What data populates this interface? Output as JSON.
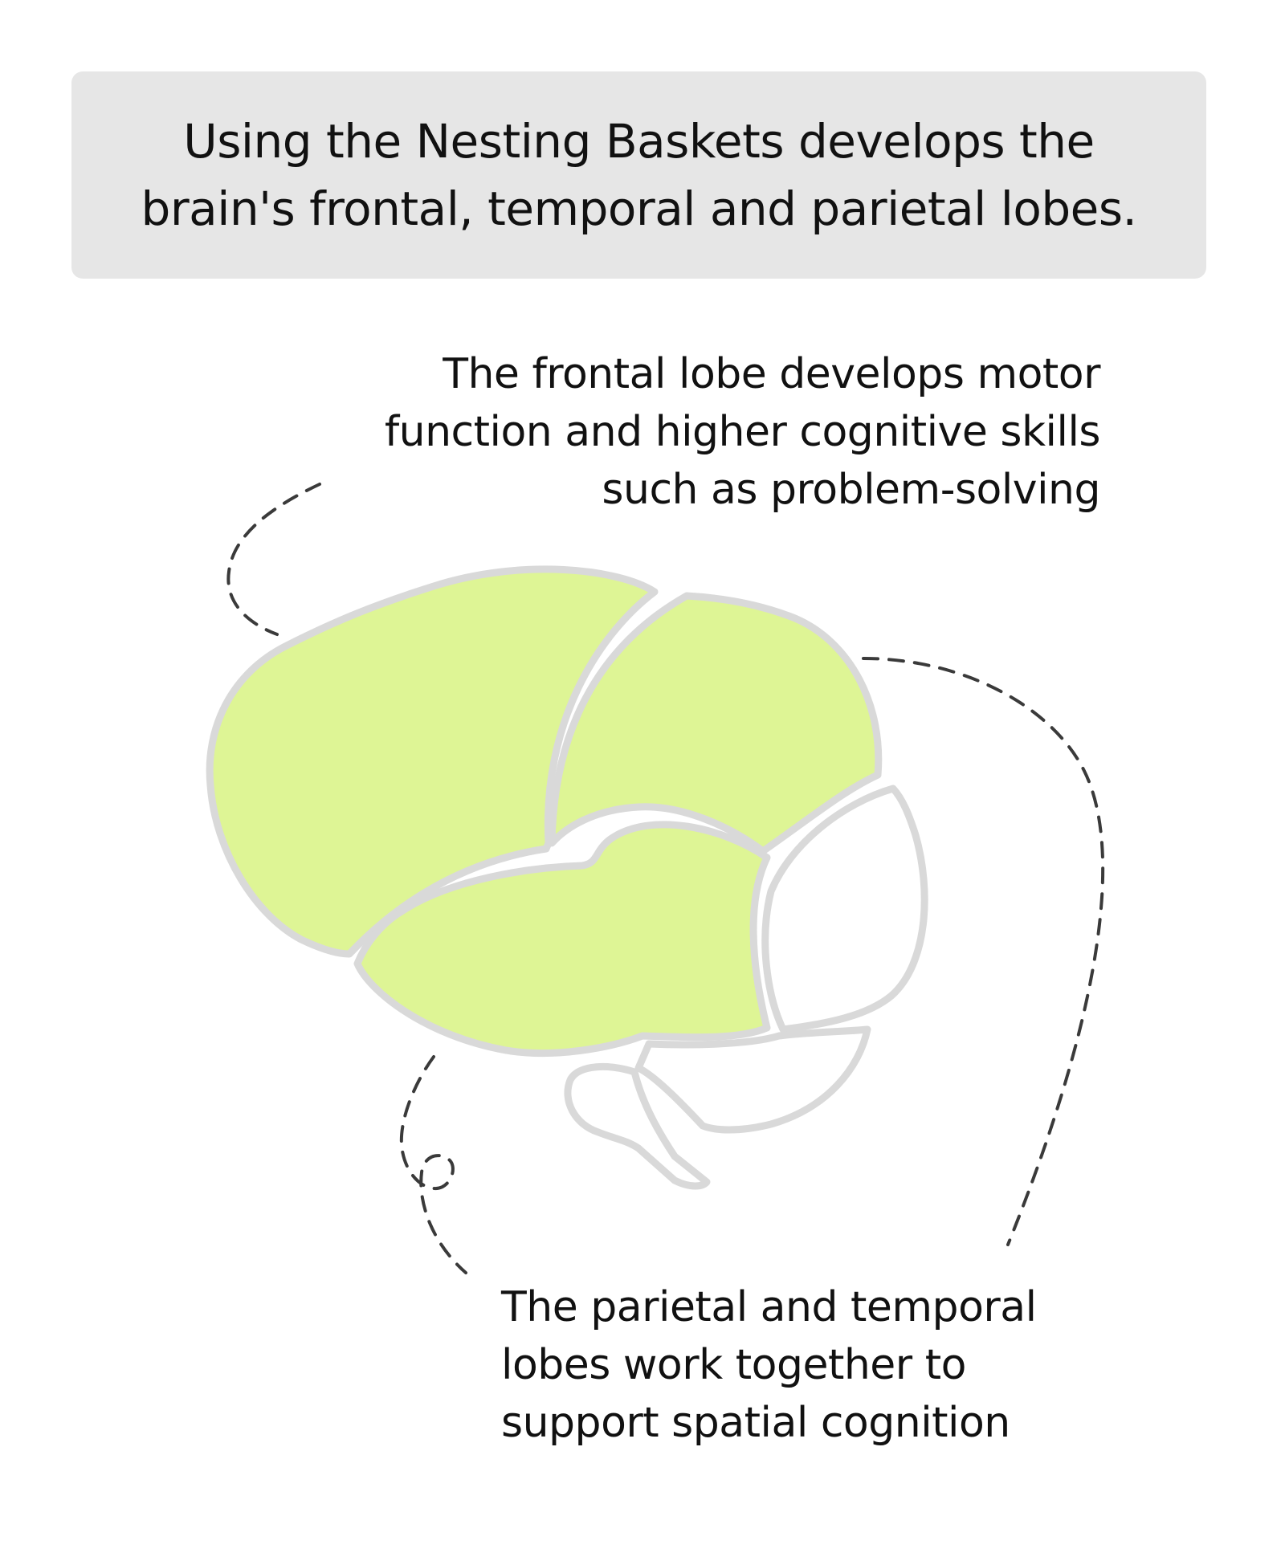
{
  "header": {
    "line1": "Using the Nesting Baskets develops the",
    "line2": "brain's frontal, temporal and parietal lobes."
  },
  "frontal_caption": {
    "line1": "The frontal lobe develops motor",
    "line2": "function and higher cognitive skills",
    "line3": "such as problem-solving"
  },
  "parietal_caption": {
    "line1": "The parietal and temporal",
    "line2": "lobes work together to",
    "line3": "support spatial cognition"
  },
  "colors": {
    "lobe_fill": "#def595",
    "outline": "#d9d9d9",
    "header_bg": "#e6e6e6",
    "leader_line": "#3a3a3a"
  }
}
